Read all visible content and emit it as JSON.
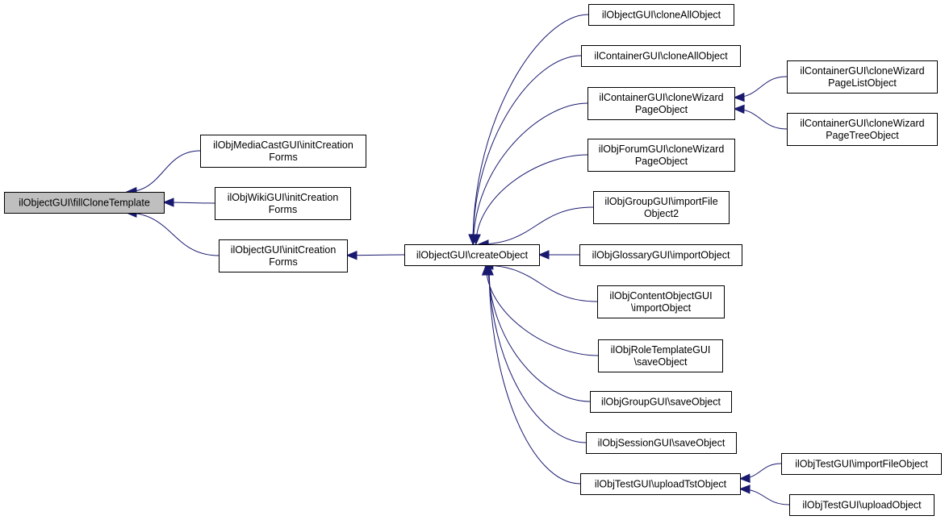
{
  "nodes": {
    "n_fill": {
      "lines": [
        "ilObjectGUI\\fillCloneTemplate"
      ],
      "focus": true
    },
    "n_media": {
      "lines": [
        "ilObjMediaCastGUI\\initCreation",
        "Forms"
      ]
    },
    "n_wiki": {
      "lines": [
        "ilObjWikiGUI\\initCreation",
        "Forms"
      ]
    },
    "n_init": {
      "lines": [
        "ilObjectGUI\\initCreation",
        "Forms"
      ]
    },
    "n_create": {
      "lines": [
        "ilObjectGUI\\createObject"
      ]
    },
    "n_cloneall1": {
      "lines": [
        "ilObjectGUI\\cloneAllObject"
      ]
    },
    "n_cloneall2": {
      "lines": [
        "ilContainerGUI\\cloneAllObject"
      ]
    },
    "n_cwpage": {
      "lines": [
        "ilContainerGUI\\cloneWizard",
        "PageObject"
      ]
    },
    "n_forumcw": {
      "lines": [
        "ilObjForumGUI\\cloneWizard",
        "PageObject"
      ]
    },
    "n_grpimport": {
      "lines": [
        "ilObjGroupGUI\\importFile",
        "Object2"
      ]
    },
    "n_glossimport": {
      "lines": [
        "ilObjGlossaryGUI\\importObject"
      ]
    },
    "n_contimport": {
      "lines": [
        "ilObjContentObjectGUI",
        "\\importObject"
      ]
    },
    "n_rolesave": {
      "lines": [
        "ilObjRoleTemplateGUI",
        "\\saveObject"
      ]
    },
    "n_grpsave": {
      "lines": [
        "ilObjGroupGUI\\saveObject"
      ]
    },
    "n_sesssave": {
      "lines": [
        "ilObjSessionGUI\\saveObject"
      ]
    },
    "n_tstupload": {
      "lines": [
        "ilObjTestGUI\\uploadTstObject"
      ]
    },
    "n_cwlist": {
      "lines": [
        "ilContainerGUI\\cloneWizard",
        "PageListObject"
      ]
    },
    "n_cwtree": {
      "lines": [
        "ilContainerGUI\\cloneWizard",
        "PageTreeObject"
      ]
    },
    "n_tstimport": {
      "lines": [
        "ilObjTestGUI\\importFileObject"
      ]
    },
    "n_tstuploadobj": {
      "lines": [
        "ilObjTestGUI\\uploadObject"
      ]
    }
  },
  "edges": [
    {
      "from": "n_media",
      "to": "n_fill"
    },
    {
      "from": "n_wiki",
      "to": "n_fill"
    },
    {
      "from": "n_init",
      "to": "n_fill"
    },
    {
      "from": "n_create",
      "to": "n_init"
    },
    {
      "from": "n_cloneall1",
      "to": "n_create"
    },
    {
      "from": "n_cloneall2",
      "to": "n_create"
    },
    {
      "from": "n_cwpage",
      "to": "n_create"
    },
    {
      "from": "n_forumcw",
      "to": "n_create"
    },
    {
      "from": "n_grpimport",
      "to": "n_create"
    },
    {
      "from": "n_glossimport",
      "to": "n_create"
    },
    {
      "from": "n_contimport",
      "to": "n_create"
    },
    {
      "from": "n_rolesave",
      "to": "n_create"
    },
    {
      "from": "n_grpsave",
      "to": "n_create"
    },
    {
      "from": "n_sesssave",
      "to": "n_create"
    },
    {
      "from": "n_tstupload",
      "to": "n_create"
    },
    {
      "from": "n_cwlist",
      "to": "n_cwpage"
    },
    {
      "from": "n_cwtree",
      "to": "n_cwpage"
    },
    {
      "from": "n_tstimport",
      "to": "n_tstupload"
    },
    {
      "from": "n_tstuploadobj",
      "to": "n_tstupload"
    }
  ],
  "colors": {
    "edge": "#191970",
    "focus_fill": "#bfbfbf",
    "node_fill": "#ffffff",
    "node_stroke": "#000000"
  }
}
